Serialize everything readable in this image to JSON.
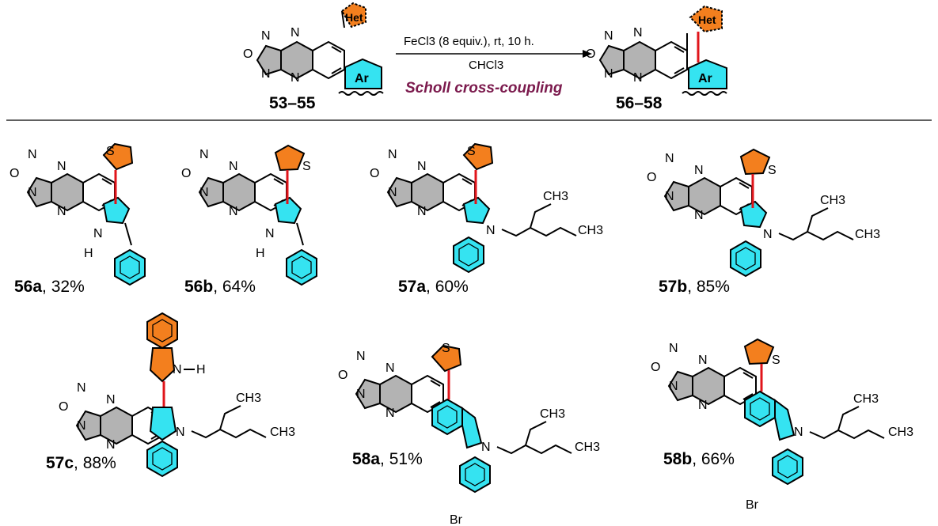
{
  "scheme": {
    "reactant_label": "53–55",
    "product_label": "56–58",
    "het_label": "Het",
    "ar_label": "Ar",
    "conditions_line1": "FeCl3 (8 equiv.), rt, 10 h.",
    "conditions_line2": "CHCl3",
    "reaction_name": "Scholl cross-coupling"
  },
  "atoms": {
    "N": "N",
    "O": "O",
    "S": "S",
    "H": "H",
    "Br": "Br",
    "CH3": "CH3"
  },
  "compounds": [
    {
      "id": "56a",
      "yield": ", 32%"
    },
    {
      "id": "56b",
      "yield": ", 64%"
    },
    {
      "id": "57a",
      "yield": ", 60%"
    },
    {
      "id": "57b",
      "yield": ", 85%"
    },
    {
      "id": "57c",
      "yield": ", 88%"
    },
    {
      "id": "58a",
      "yield": ", 51%"
    },
    {
      "id": "58b",
      "yield": ", 66%"
    }
  ],
  "colors": {
    "core_gray": "#b3b3b3",
    "thiophene_orange": "#f37f1e",
    "aryl_cyan": "#35e3f1",
    "new_bond_red": "#e0151b",
    "reaction_name_color": "#7b1a4d"
  }
}
